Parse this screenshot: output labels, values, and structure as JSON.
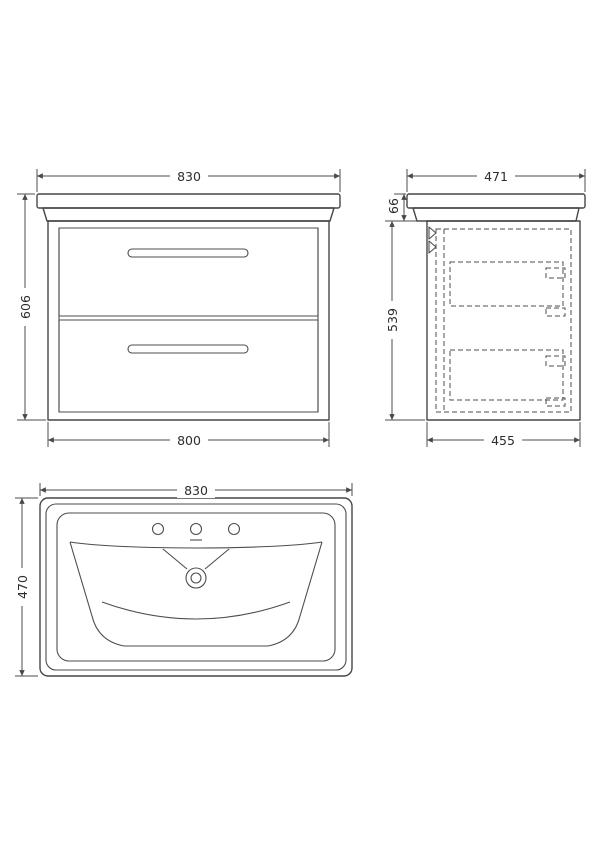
{
  "drawing": {
    "line_color": "#474747",
    "dims": {
      "front_top_width": "830",
      "front_height": "606",
      "front_bottom_width": "800",
      "side_top_depth": "471",
      "side_worktop_height": "66",
      "side_cabinet_height": "539",
      "side_bottom_depth": "455",
      "plan_width": "830",
      "plan_depth": "470"
    }
  }
}
